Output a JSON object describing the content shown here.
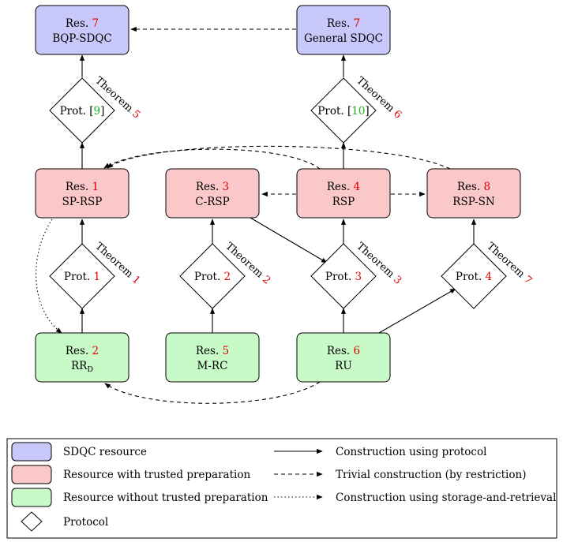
{
  "colors": {
    "sdqc": "#c8c8fa",
    "trusted": "#fac8c8",
    "untrusted": "#c8fac8",
    "ref_red": "#e00000",
    "ref_green": "#19b319"
  },
  "resources": {
    "bqp_sdqc": {
      "prefix": "Res. ",
      "num": "7",
      "name": "BQP-SDQC"
    },
    "general": {
      "prefix": "Res. ",
      "num": "7",
      "name": "General SDQC"
    },
    "sp_rsp": {
      "prefix": "Res. ",
      "num": "1",
      "name": "SP-RSP"
    },
    "c_rsp": {
      "prefix": "Res. ",
      "num": "3",
      "name": "C-RSP"
    },
    "rsp": {
      "prefix": "Res. ",
      "num": "4",
      "name": "RSP"
    },
    "rsp_sn": {
      "prefix": "Res. ",
      "num": "8",
      "name": "RSP-SN"
    },
    "rr_d": {
      "prefix": "Res. ",
      "num": "2",
      "name": "RR",
      "sub": "D"
    },
    "m_rc": {
      "prefix": "Res. ",
      "num": "5",
      "name": "M-RC"
    },
    "ru": {
      "prefix": "Res. ",
      "num": "6",
      "name": "RU"
    }
  },
  "protocols": {
    "p9": {
      "prefix": "Prot. [",
      "ref": "9",
      "suffix": "]"
    },
    "p10": {
      "prefix": "Prot. [",
      "ref": "10",
      "suffix": "]"
    },
    "p1": {
      "prefix": "Prot. ",
      "ref": "1",
      "suffix": ""
    },
    "p2": {
      "prefix": "Prot. ",
      "ref": "2",
      "suffix": ""
    },
    "p3": {
      "prefix": "Prot. ",
      "ref": "3",
      "suffix": ""
    },
    "p4": {
      "prefix": "Prot. ",
      "ref": "4",
      "suffix": ""
    }
  },
  "theorems": {
    "t5": {
      "word": "Theorem ",
      "num": "5"
    },
    "t6": {
      "word": "Theorem ",
      "num": "6"
    },
    "t1": {
      "word": "Theorem ",
      "num": "1"
    },
    "t2": {
      "word": "Theorem ",
      "num": "2"
    },
    "t3": {
      "word": "Theorem ",
      "num": "3"
    },
    "t7": {
      "word": "Theorem ",
      "num": "7"
    }
  },
  "legend": {
    "sdqc": "SDQC resource",
    "trusted": "Resource with trusted preparation",
    "untrusted": "Resource without trusted preparation",
    "protocol": "Protocol",
    "solid": "Construction using protocol",
    "dashed": "Trivial construction (by restriction)",
    "dotted": "Construction using storage-and-retrieval"
  }
}
